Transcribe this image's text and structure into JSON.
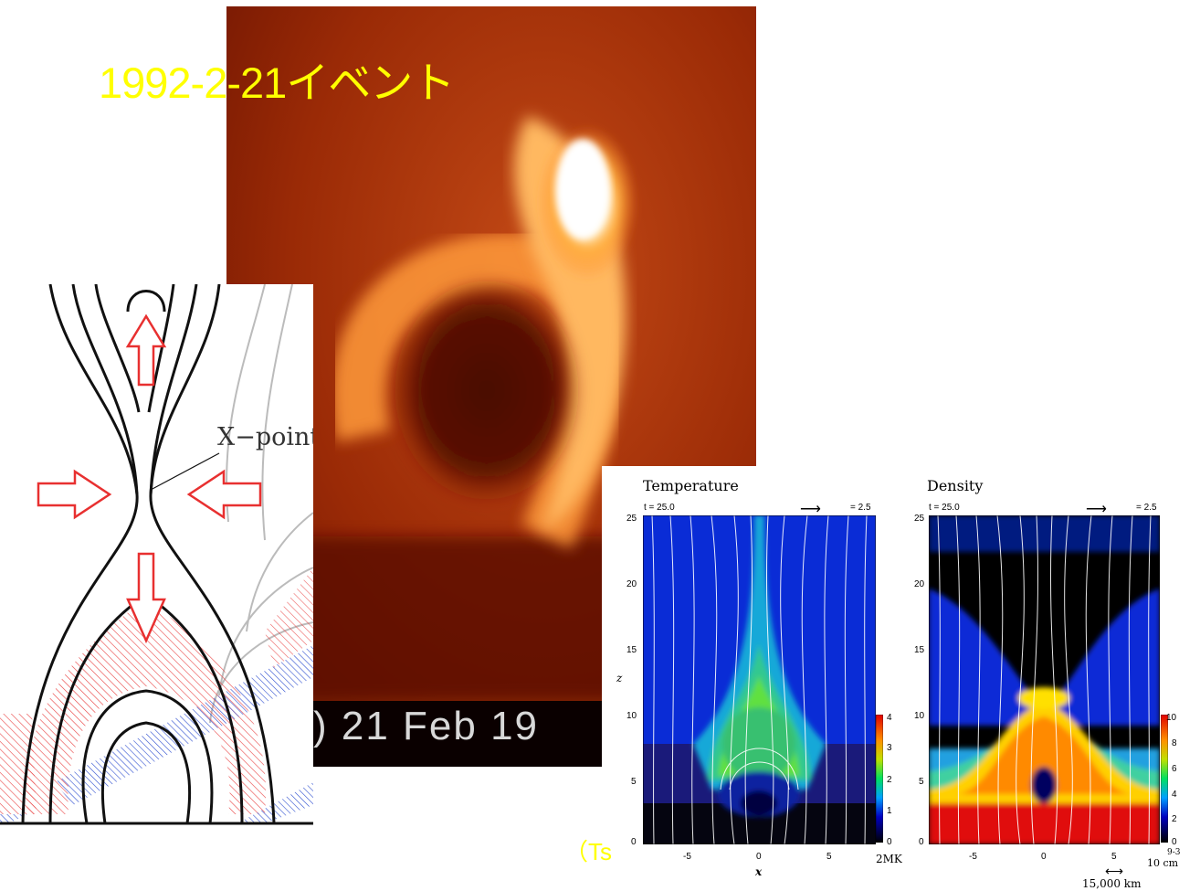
{
  "title": "1992-2-21イベント",
  "solar_image": {
    "caption": ") 21 Feb 19"
  },
  "diagram": {
    "xpoint_label": "X−point"
  },
  "simulation": {
    "temperature": {
      "title": "Temperature",
      "time_label": "t = 25.0",
      "vector_label": "= 2.5",
      "y_ticks": [
        "0",
        "5",
        "10",
        "15",
        "20",
        "25"
      ],
      "x_ticks": [
        "-5",
        "0",
        "5"
      ],
      "colorbar_ticks": [
        "0",
        "1",
        "2",
        "3",
        "4"
      ],
      "colorbar_unit": "2MK",
      "xlabel": "x",
      "ylabel": "z"
    },
    "density": {
      "title": "Density",
      "time_label": "t = 25.0",
      "vector_label": "= 2.5",
      "y_ticks": [
        "0",
        "5",
        "10",
        "15",
        "20",
        "25"
      ],
      "x_ticks": [
        "-5",
        "0",
        "5"
      ],
      "colorbar_ticks": [
        "0",
        "2",
        "4",
        "6",
        "8",
        "10"
      ],
      "colorbar_unit": "10 cm",
      "colorbar_exponent": "9-3",
      "scale_label": "15,000 km"
    }
  },
  "credit": "（Ts",
  "colors": {
    "title": "#ffff00",
    "arrow": "#e83030",
    "hatch_red": "#e84040",
    "hatch_blue": "#3050d0"
  }
}
